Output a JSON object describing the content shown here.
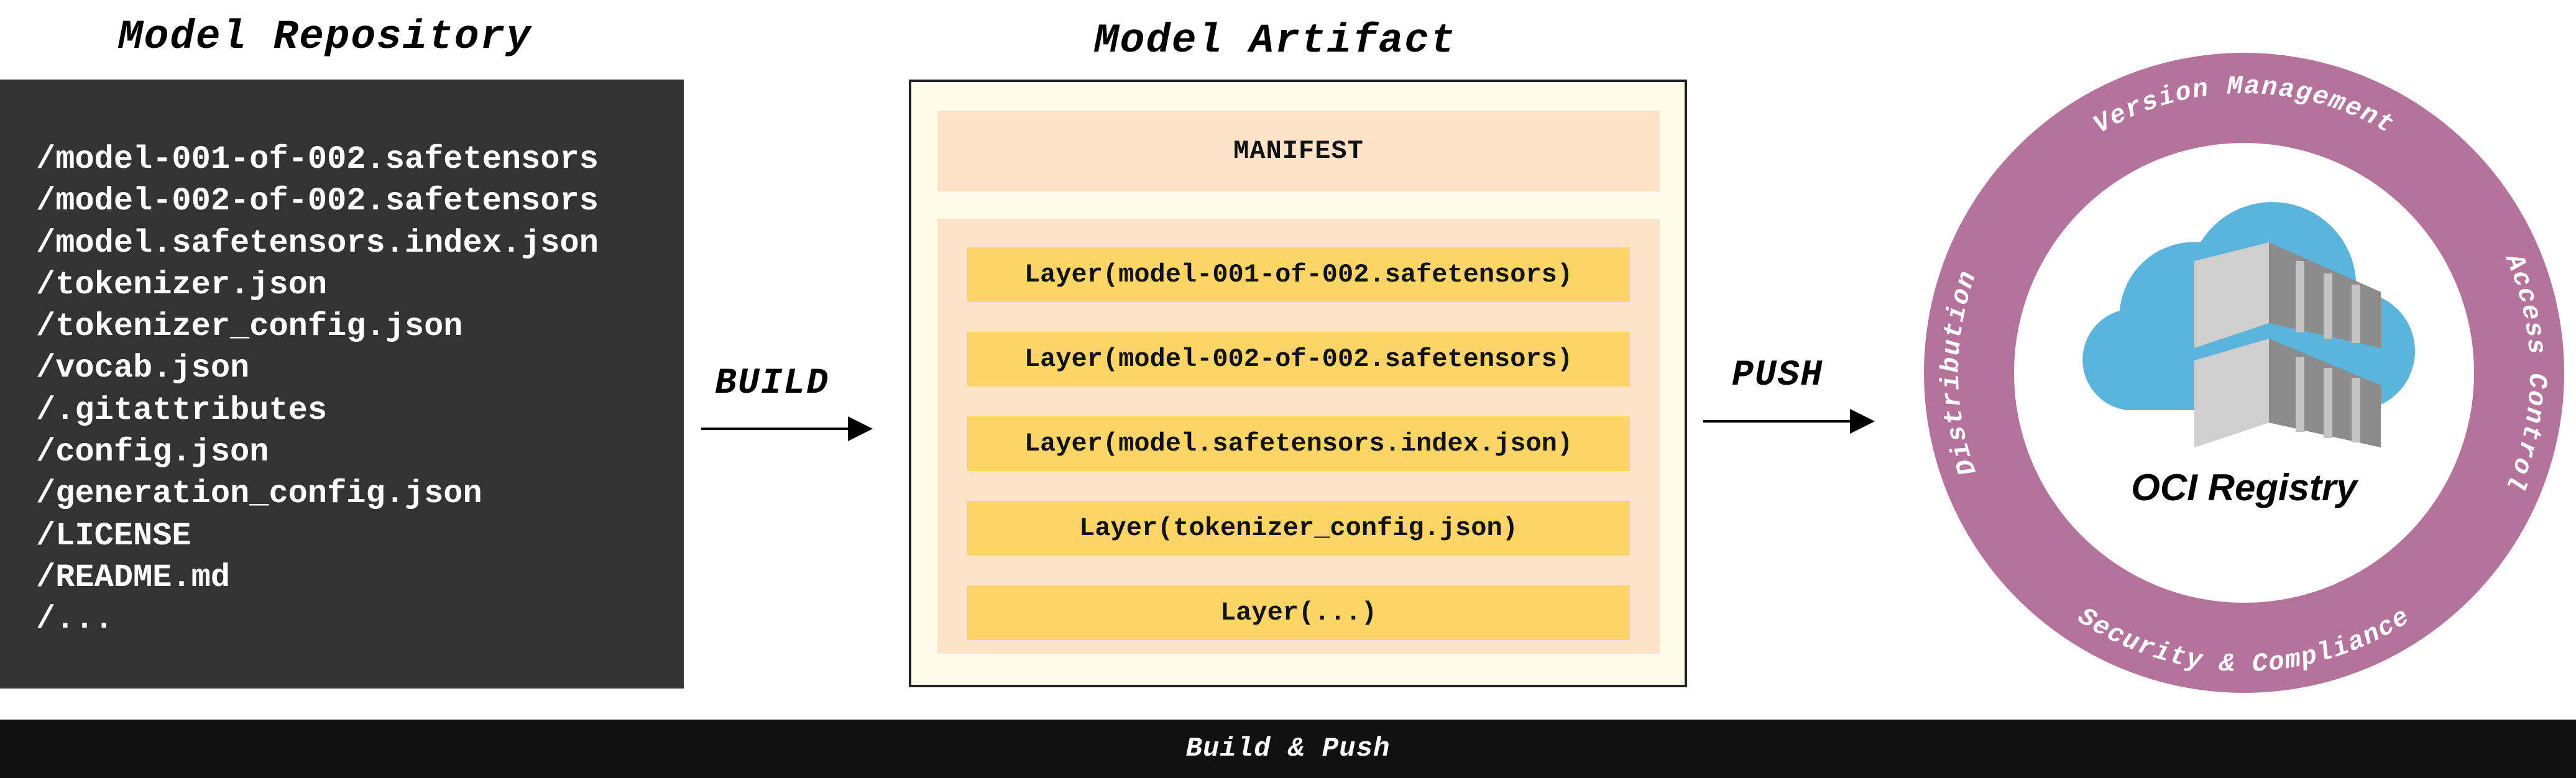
{
  "repository": {
    "title": "Model Repository",
    "files": [
      "/model-001-of-002.safetensors",
      "/model-002-of-002.safetensors",
      "/model.safetensors.index.json",
      "/tokenizer.json",
      "/tokenizer_config.json",
      "/vocab.json",
      "/.gitattributes",
      "/config.json",
      "/generation_config.json",
      "/LICENSE",
      "/README.md",
      "/..."
    ]
  },
  "build_label": "BUILD",
  "artifact": {
    "title": "Model Artifact",
    "manifest": "MANIFEST",
    "layers": [
      "Layer(model-001-of-002.safetensors)",
      "Layer(model-002-of-002.safetensors)",
      "Layer(model.safetensors.index.json)",
      "Layer(tokenizer_config.json)",
      "Layer(...)"
    ]
  },
  "push_label": "PUSH",
  "registry": {
    "name": "OCI Registry",
    "ring_top": "Version Management",
    "ring_right": "Access Control",
    "ring_bottom": "Security & Compliance",
    "ring_left": "Distribution",
    "icon": "cloud-container-icon"
  },
  "bottom_bar": "Build & Push",
  "colors": {
    "repo_bg": "#333333",
    "artifact_bg": "#fffaea",
    "manifest_bg": "#fde3c8",
    "layer_bg": "#fdd566",
    "ring": "#b5739c",
    "cloud": "#5ab4dc",
    "bar": "#111111"
  }
}
